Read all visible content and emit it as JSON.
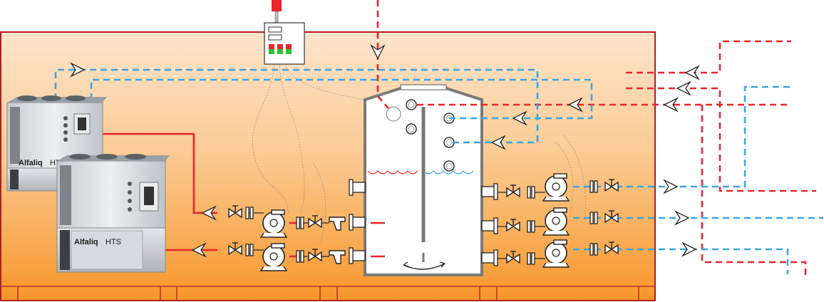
{
  "units": [
    {
      "brand": "Alfaliq",
      "model": "HTS"
    },
    {
      "brand": "Alfaliq",
      "model": "HTS"
    }
  ],
  "colors": {
    "hot_line": "#e8262b",
    "cold_line": "#3aa5e0",
    "frame_top": "#fde3c9",
    "frame_bottom": "#f6982c",
    "frame_border": "#b01e23"
  },
  "icons": [
    "control-panel-icon",
    "pump-icon",
    "valve-icon",
    "strainer-icon",
    "flow-arrow-icon",
    "chiller-unit-icon",
    "mixer-icon"
  ]
}
